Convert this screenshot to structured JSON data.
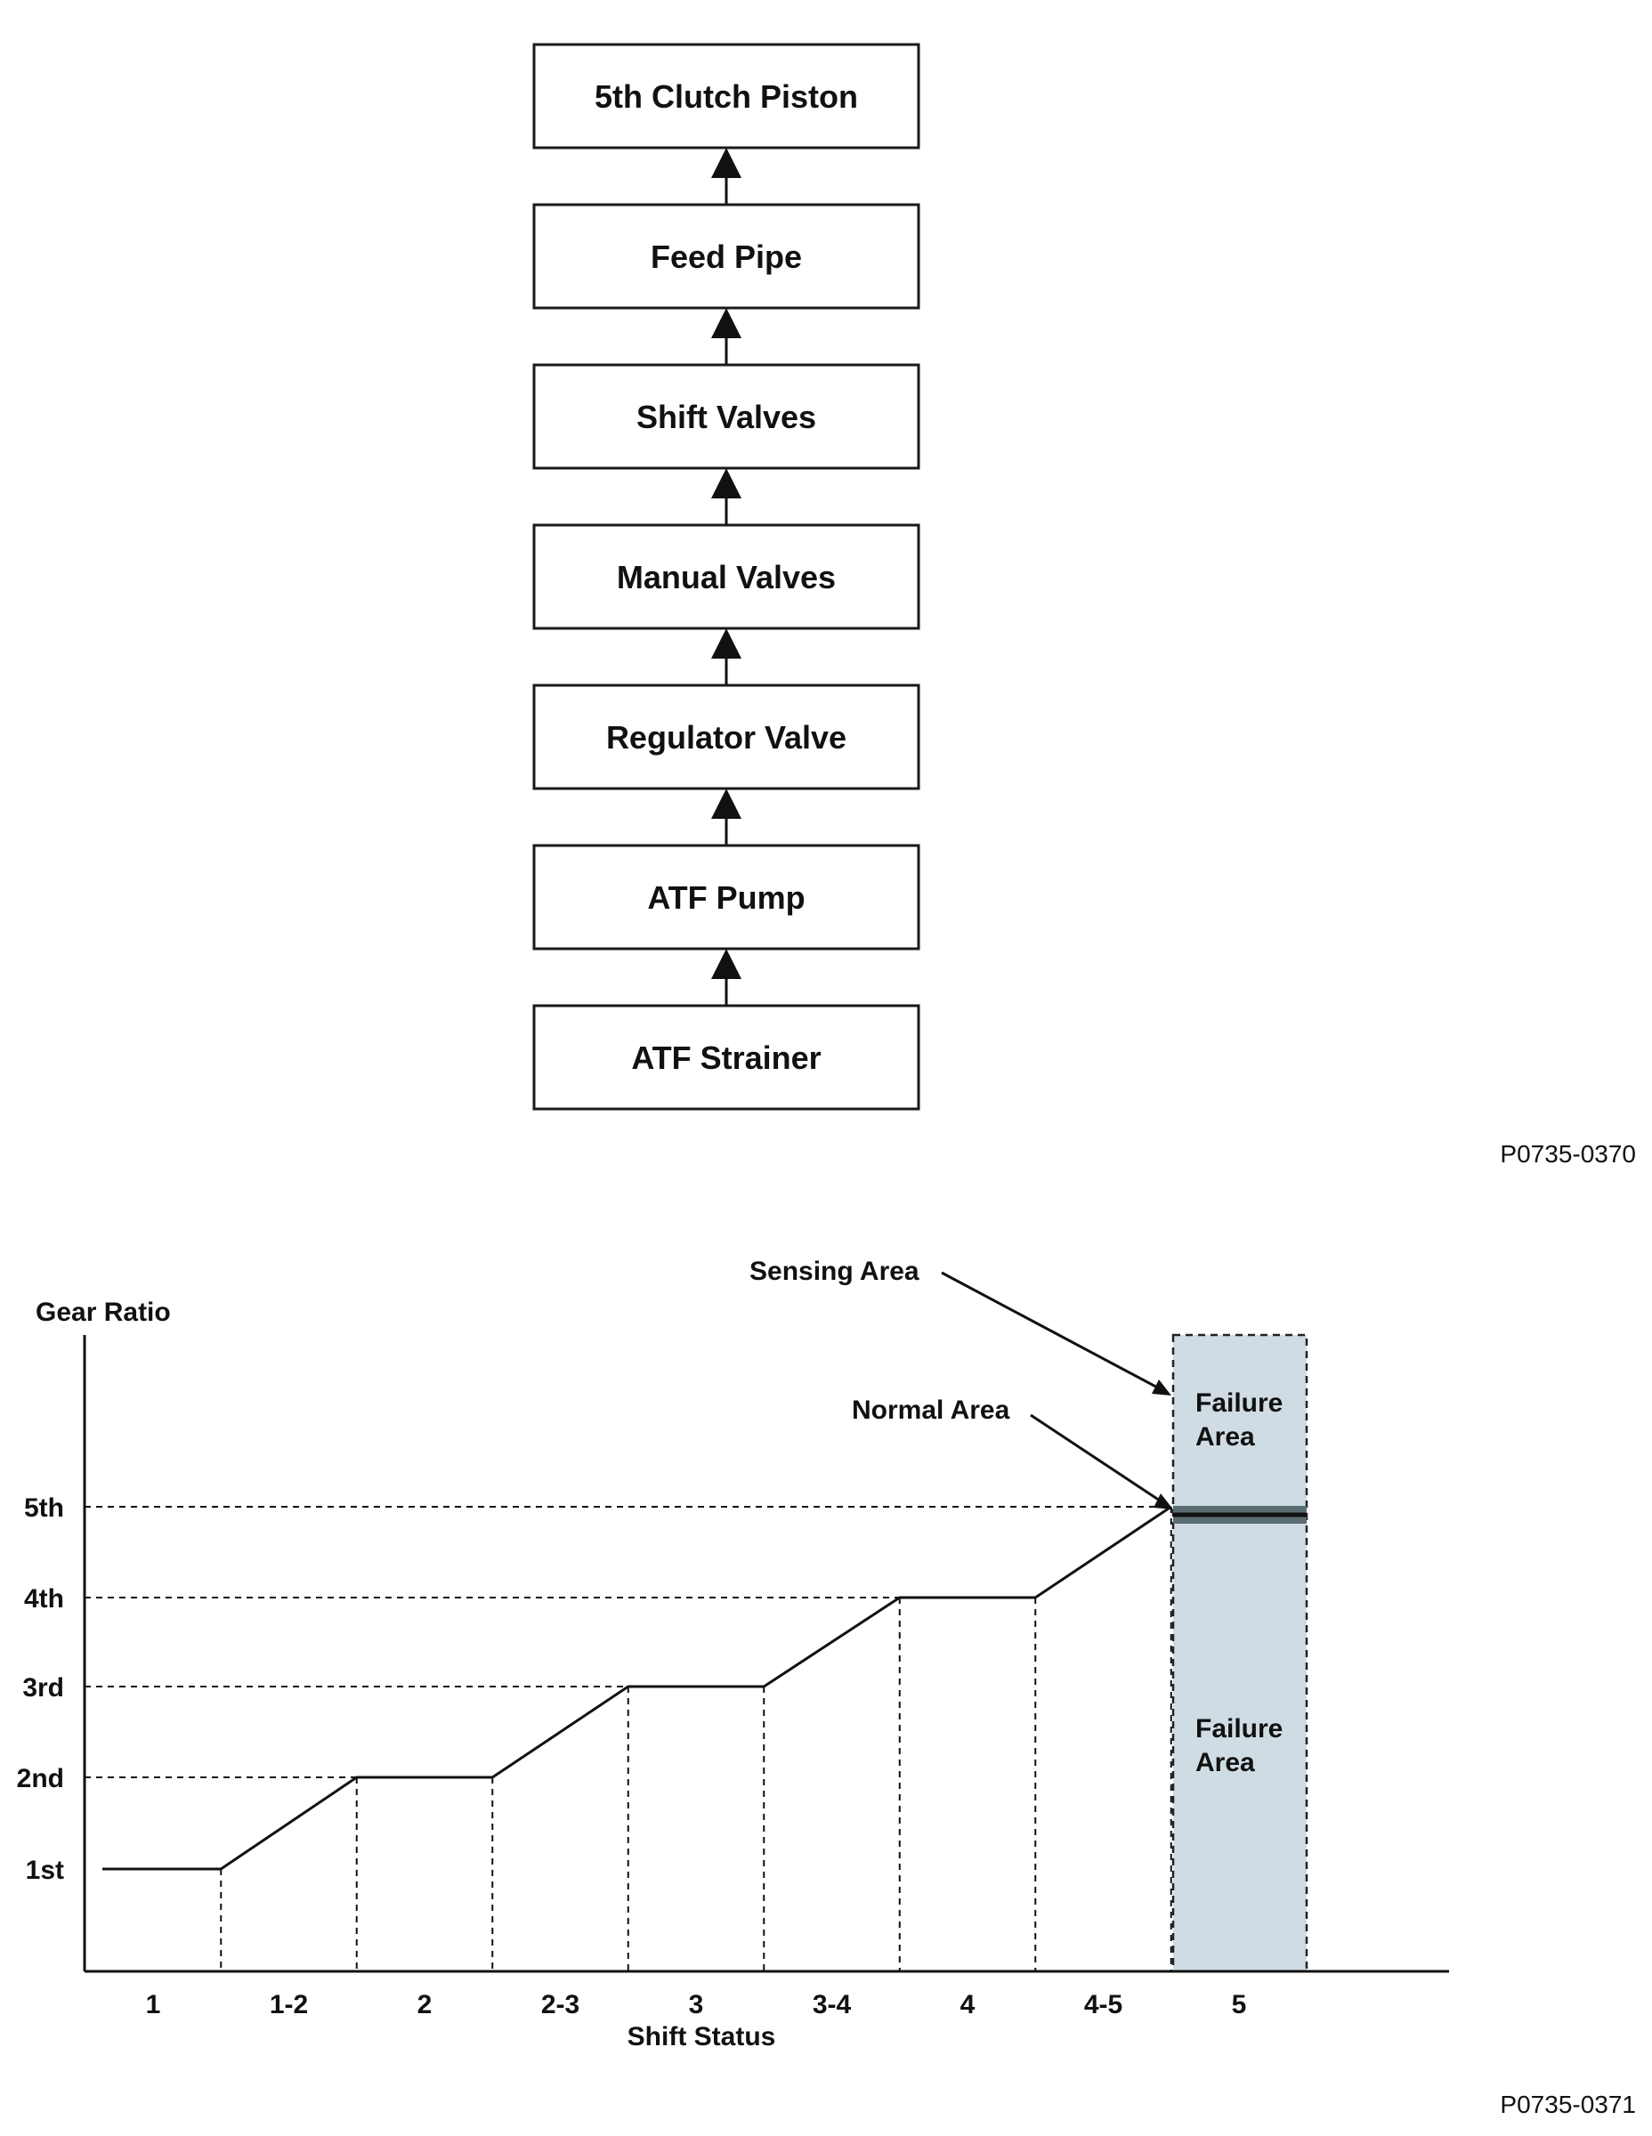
{
  "flowchart": {
    "boxes": [
      {
        "label": "5th Clutch Piston"
      },
      {
        "label": "Feed Pipe"
      },
      {
        "label": "Shift Valves"
      },
      {
        "label": "Manual Valves"
      },
      {
        "label": "Regulator Valve"
      },
      {
        "label": "ATF Pump"
      },
      {
        "label": "ATF Strainer"
      }
    ],
    "figure_id": "P0735-0370"
  },
  "chart_data": {
    "type": "line",
    "ylabel": "Gear Ratio",
    "xlabel": "Shift Status",
    "y_ticks": [
      "1st",
      "2nd",
      "3rd",
      "4th",
      "5th"
    ],
    "x_ticks": [
      "1",
      "1-2",
      "2",
      "2-3",
      "3",
      "3-4",
      "4",
      "4-5",
      "5"
    ],
    "series": [
      {
        "x": [
          "1",
          "1-2",
          "2",
          "2-3",
          "3",
          "3-4",
          "4",
          "4-5",
          "5"
        ],
        "y": [
          "1st",
          "2nd→",
          "2nd",
          "3rd→",
          "3rd",
          "4th→",
          "4th",
          "5th→",
          "5th"
        ]
      }
    ],
    "annotations": {
      "sensing_area": "Sensing Area",
      "normal_area": "Normal Area",
      "failure_upper": [
        "Failure",
        "Area"
      ],
      "failure_lower": [
        "Failure",
        "Area"
      ]
    },
    "colors": {
      "failure_fill": "#cfdce3",
      "normal_band": "#5a6e72",
      "line": "#111111"
    },
    "figure_id": "P0735-0371"
  }
}
